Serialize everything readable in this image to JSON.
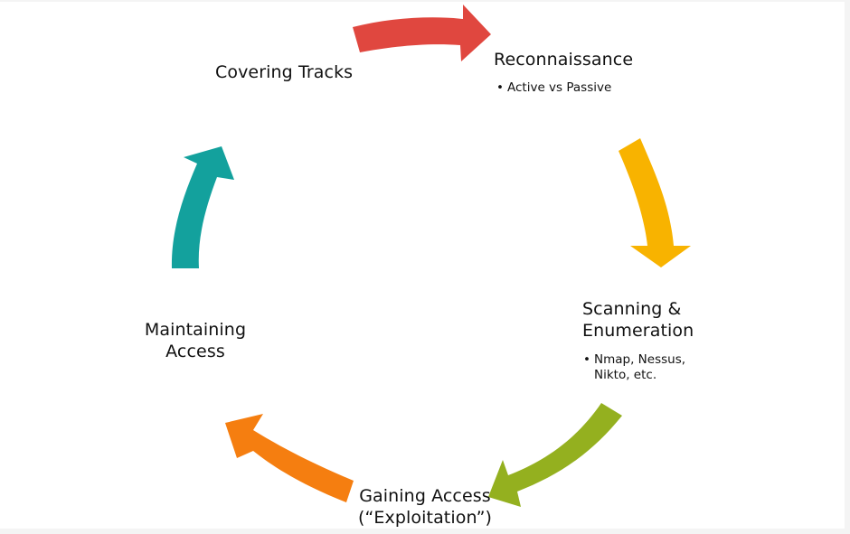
{
  "diagram": {
    "stages": [
      {
        "id": "reconnaissance",
        "title_lines": [
          "Reconnaissance"
        ],
        "bullets": [
          "Active vs Passive"
        ],
        "arrow_color": "#e0473f"
      },
      {
        "id": "scanning",
        "title_lines": [
          "Scanning &",
          "Enumeration"
        ],
        "bullets": [
          "Nmap, Nessus,",
          "Nikto, etc."
        ],
        "arrow_color": "#f8b300"
      },
      {
        "id": "gaining-access",
        "title_lines": [
          "Gaining Access",
          "(“Exploitation”)"
        ],
        "bullets": [],
        "arrow_color": "#94b01f"
      },
      {
        "id": "maintaining-access",
        "title_lines": [
          "Maintaining",
          "Access"
        ],
        "bullets": [],
        "arrow_color": "#f57e10"
      },
      {
        "id": "covering-tracks",
        "title_lines": [
          "Covering Tracks"
        ],
        "bullets": [],
        "arrow_color": "#13a19d"
      }
    ]
  }
}
